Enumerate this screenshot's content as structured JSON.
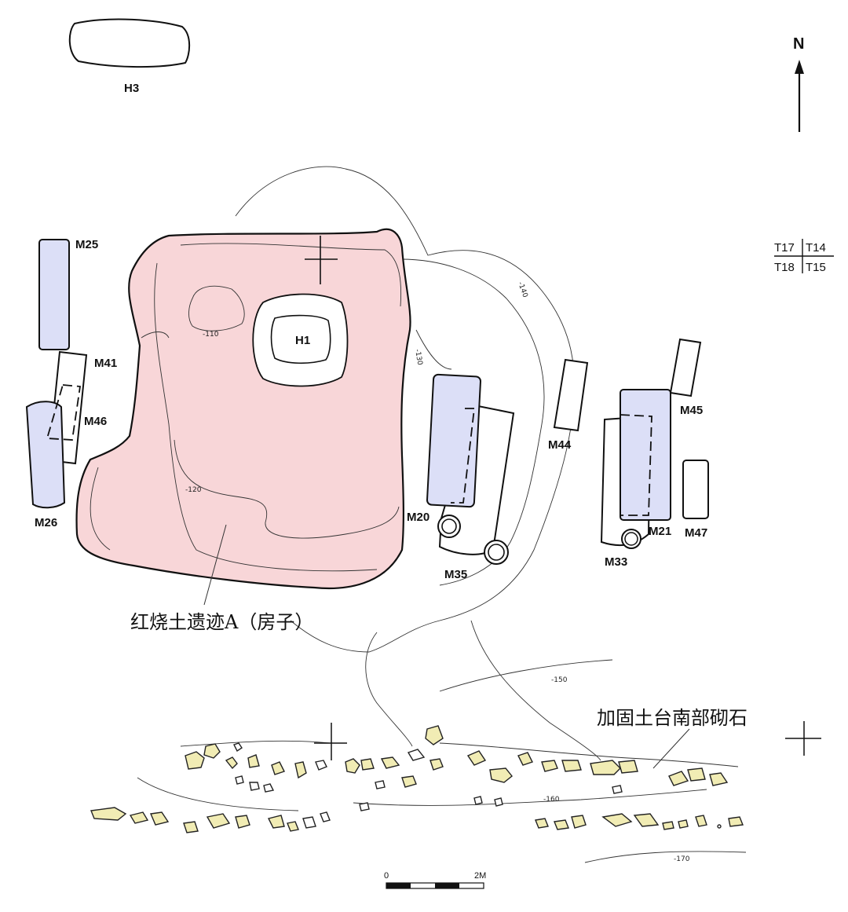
{
  "north": {
    "label": "N"
  },
  "grid": {
    "t17": "T17",
    "t14": "T14",
    "t18": "T18",
    "t15": "T15"
  },
  "features": {
    "h3": "H3",
    "h1": "H1",
    "m25": "M25",
    "m41": "M41",
    "m46": "M46",
    "m26": "M26",
    "m20": "M20",
    "m35": "M35",
    "m44": "M44",
    "m45": "M45",
    "m21": "M21",
    "m33": "M33",
    "m47": "M47"
  },
  "annotations": {
    "house": "红烧土遗迹A（房子）",
    "stones": "加固土台南部砌石"
  },
  "contours": {
    "c110": "-110",
    "c120": "-120",
    "c130": "-130",
    "c140": "-140",
    "c150": "-150",
    "c160": "-160",
    "c170": "-170"
  },
  "scale": {
    "start": "0",
    "end": "2M"
  },
  "colors": {
    "burnt_earth": "#f8d6d8",
    "grave_fill": "#dcdff7",
    "stone_fill": "#f1ecb4",
    "line": "#111111"
  }
}
